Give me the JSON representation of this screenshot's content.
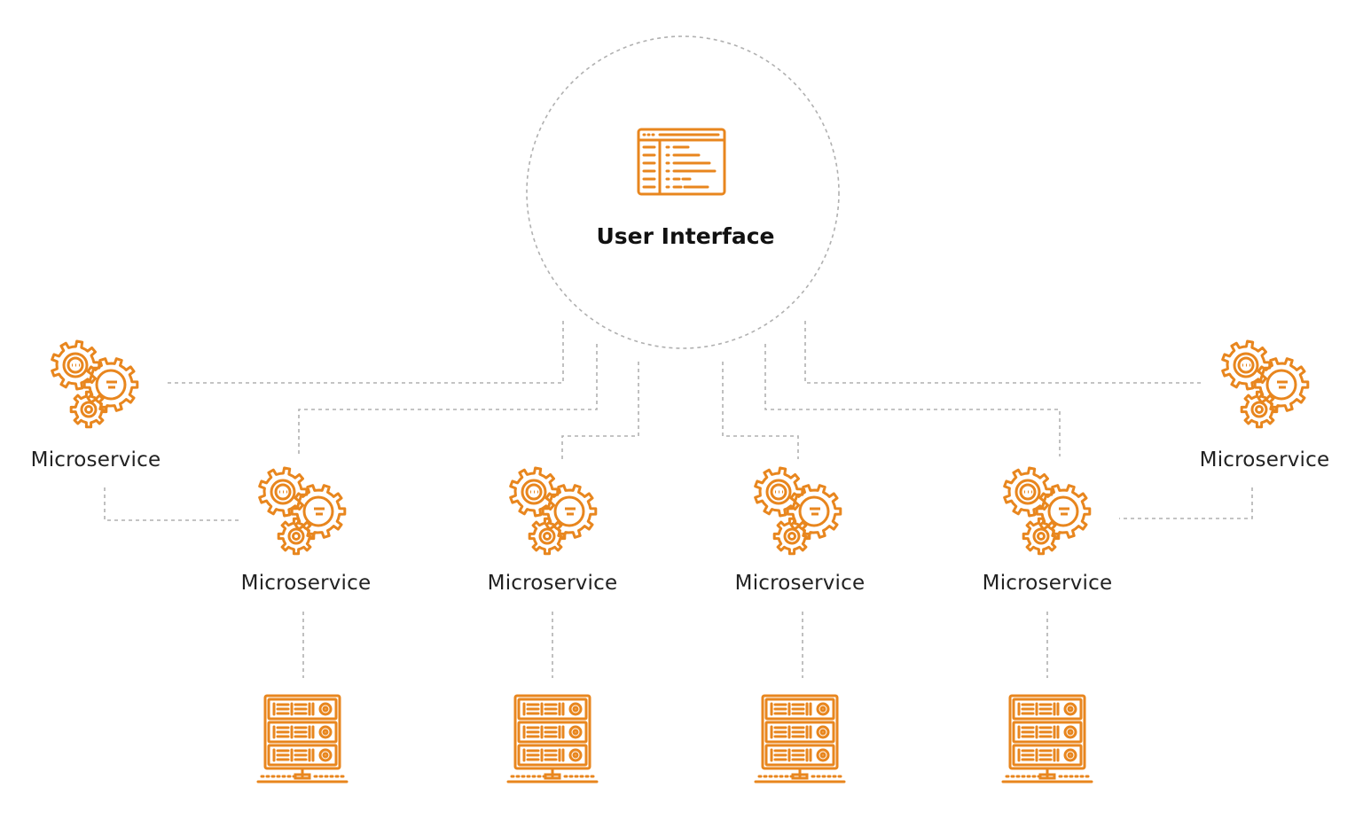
{
  "diagram": {
    "center": {
      "title": "User Interface",
      "icon": "code-window-icon"
    },
    "microservices": [
      {
        "label": "Microservice",
        "icon": "gears-icon"
      },
      {
        "label": "Microservice",
        "icon": "gears-icon"
      },
      {
        "label": "Microservice",
        "icon": "gears-icon"
      },
      {
        "label": "Microservice",
        "icon": "gears-icon"
      },
      {
        "label": "Microservice",
        "icon": "gears-icon"
      },
      {
        "label": "Microservice",
        "icon": "gears-icon"
      }
    ],
    "databases": [
      {
        "icon": "server-rack-icon"
      },
      {
        "icon": "server-rack-icon"
      },
      {
        "icon": "server-rack-icon"
      },
      {
        "icon": "server-rack-icon"
      }
    ]
  },
  "colors": {
    "accent": "#E8861E",
    "connector": "#b0b0b0",
    "text": "#222222"
  }
}
